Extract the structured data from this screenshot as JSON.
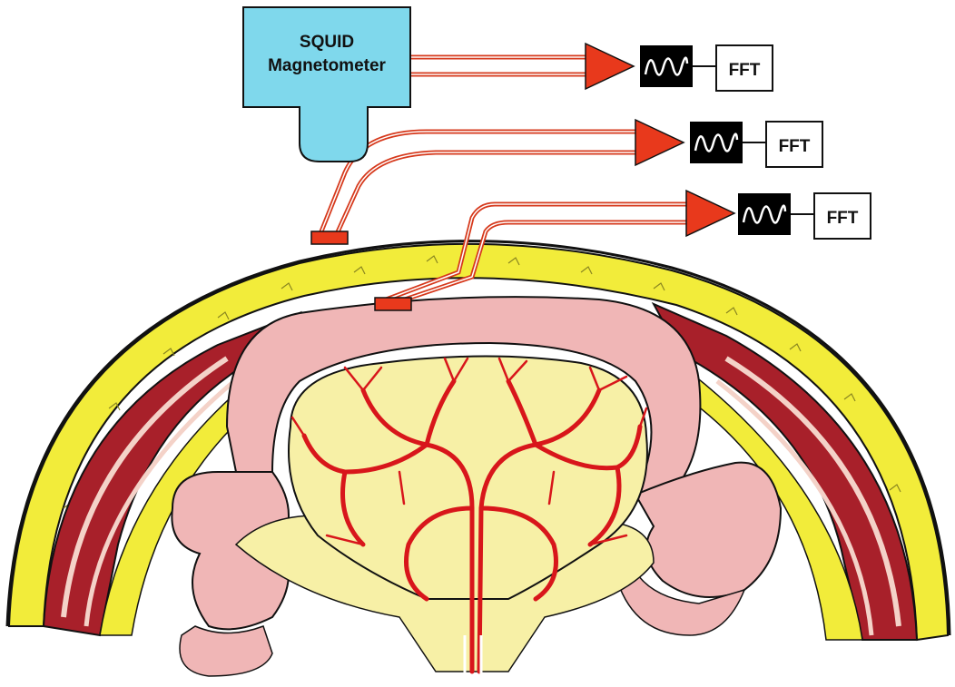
{
  "magnetometer": {
    "label_line1": "SQUID",
    "label_line2": "Magnetometer",
    "color": "#7fd8ec"
  },
  "signal_chains": [
    {
      "fft_label": "FFT"
    },
    {
      "fft_label": "FFT"
    },
    {
      "fft_label": "FFT"
    }
  ],
  "colors": {
    "wire": "#d6391c",
    "arrow": "#e8391c",
    "electrode": "#e8391c",
    "fat": "#f2ec3a",
    "muscle": "#a8202a",
    "omentum": "#f0b6b6",
    "mesentery": "#f7f0a6",
    "vessel": "#d8161b",
    "oscilloscope_bg": "#000000"
  }
}
